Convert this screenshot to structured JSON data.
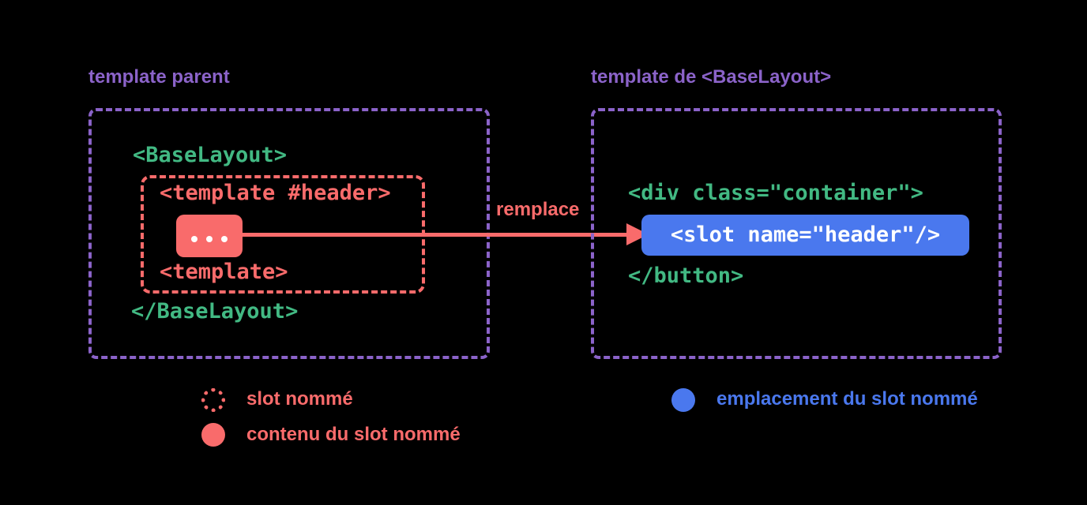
{
  "colors": {
    "background": "#000000",
    "purple": "#8B63C9",
    "green": "#42B983",
    "red": "#F96B6B",
    "blue": "#4A78EE",
    "white": "#FFFFFF"
  },
  "left_panel": {
    "title": "template parent",
    "code": {
      "open_tag": "<BaseLayout>",
      "slot_open_tag": "<template #header>",
      "slot_content_ellipsis": "...",
      "slot_close_tag": "<template>",
      "close_tag": "</BaseLayout>"
    }
  },
  "arrow": {
    "label": "remplace"
  },
  "right_panel": {
    "title": "template de <BaseLayout>",
    "code": {
      "open_tag": "<div class=\"container\">",
      "slot_tag": "<slot name=\"header\"/>",
      "close_tag": "</button>"
    }
  },
  "legend": {
    "items": [
      {
        "marker": "dashed-red-circle",
        "label": "slot nommé"
      },
      {
        "marker": "solid-red-circle",
        "label": "contenu du slot nommé"
      },
      {
        "marker": "solid-blue-circle",
        "label": "emplacement du slot nommé"
      }
    ]
  }
}
